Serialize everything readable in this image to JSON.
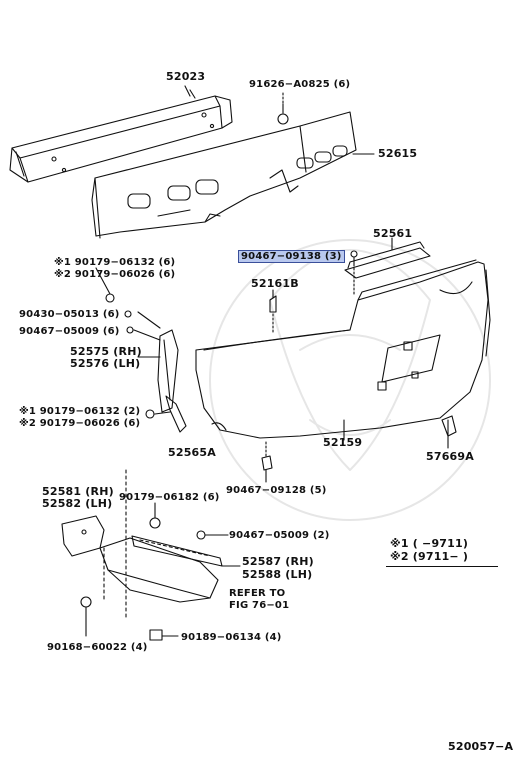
{
  "labels": {
    "l_52023": "52023",
    "l_91626": "91626−A0825 (6)",
    "l_52615": "52615",
    "l_52561": "52561",
    "l_90467_09138": "90467−09138 (3)",
    "l_s1_90179_06132": "※1 90179−06132 (6)",
    "l_s2_90179_06026": "※2 90179−06026 (6)",
    "l_52161B": "52161B",
    "l_90430": "90430−05013 (6)",
    "l_90467_05009_a": "90467−05009 (6)",
    "l_52575": "52575 (RH)",
    "l_52576": "52576 (LH)",
    "l_s1_90179_06132_b": "※1 90179−06132 (2)",
    "l_s2_90179_06026_b": "※2 90179−06026 (6)",
    "l_52565A": "52565A",
    "l_52159": "52159",
    "l_57669A": "57669A",
    "l_90467_09128": "90467−09128 (5)",
    "l_52581": "52581 (RH)",
    "l_52582": "52582 (LH)",
    "l_90179_06182": "90179−06182 (6)",
    "l_90467_05009_b": "90467−05009 (2)",
    "l_52587": "52587 (RH)",
    "l_52588": "52588 (LH)",
    "l_refer": "REFER TO",
    "l_fig": "FIG 76−01",
    "l_90168": "90168−60022 (4)",
    "l_90189": "90189−06134 (4)",
    "l_legend1": "※1  (      −9711)",
    "l_legend2": "※2  (9711−      )",
    "l_code": "520057−A"
  },
  "colors": {
    "line": "#111111",
    "highlight_fill": "#b9c8ee",
    "highlight_border": "#3a4f9a",
    "watermark": "#e9e9e9"
  },
  "highlighted_part": "90467−09138 (3)"
}
